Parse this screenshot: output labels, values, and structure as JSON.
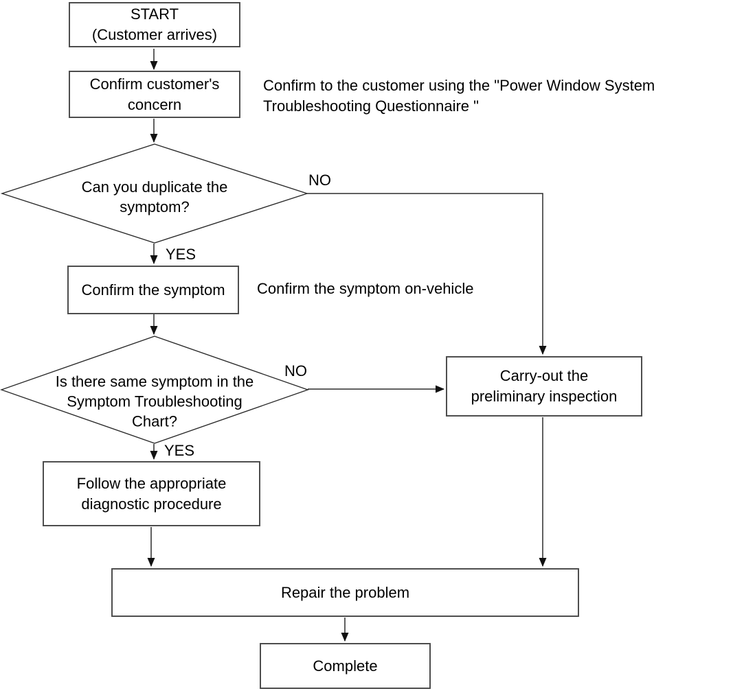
{
  "colors": {
    "background": "#ffffff",
    "box_border": "#4d4d4d",
    "connector_line": "#2b2b2b",
    "arrowhead": "#111111",
    "text": "#000000"
  },
  "nodes": {
    "start": "START\n(Customer arrives)",
    "confirm_concern": "Confirm customer's\nconcern",
    "duplicate_symptom": "Can you duplicate the\nsymptom?",
    "confirm_symptom": "Confirm the symptom",
    "same_symptom": "Is there same symptom in the\nSymptom Troubleshooting\nChart?",
    "follow_procedure": "Follow the appropriate\ndiagnostic procedure",
    "carry_out": "Carry-out the\npreliminary inspection",
    "repair": "Repair the problem",
    "complete": "Complete"
  },
  "edge_labels": {
    "no1": "NO",
    "yes1": "YES",
    "no2": "NO",
    "yes2": "YES"
  },
  "annotations": {
    "questionnaire": "Confirm to the customer using the \"Power Window System\nTroubleshooting Questionnaire \"",
    "on_vehicle": "Confirm the symptom on-vehicle"
  }
}
